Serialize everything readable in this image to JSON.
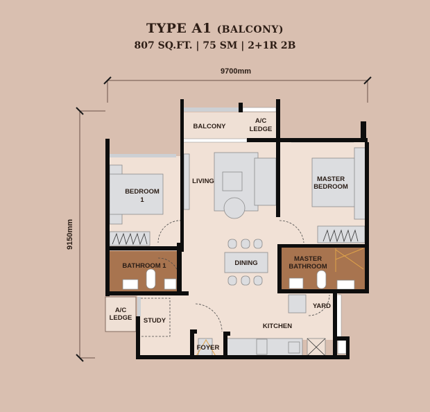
{
  "header": {
    "type_label": "TYPE A1",
    "type_variant": "(BALCONY)",
    "area_sqft": "807 SQ.FT.",
    "area_sm": "75 SM",
    "configuration": "2+1R 2B",
    "separator": " | "
  },
  "dimensions": {
    "width": "9700mm",
    "depth": "9150mm"
  },
  "rooms": {
    "balcony": "BALCONY",
    "ac_ledge_top_1": "A/C",
    "ac_ledge_top_2": "LEDGE",
    "living": "LIVING",
    "bedroom1_1": "BEDROOM",
    "bedroom1_2": "1",
    "master_bedroom_1": "MASTER",
    "master_bedroom_2": "BEDROOM",
    "dining": "DINING",
    "bathroom1": "BATHROOM 1",
    "master_bathroom_1": "MASTER",
    "master_bathroom_2": "BATHROOM",
    "ac_ledge_left_1": "A/C",
    "ac_ledge_left_2": "LEDGE",
    "study": "STUDY",
    "foyer": "FOYER",
    "kitchen": "KITCHEN",
    "yard": "YARD"
  },
  "colors": {
    "background": "#d9bfb0",
    "floor": "#f1e1d6",
    "wet_area": "#a8744f",
    "wall": "#0d0d0d",
    "furniture": "#dcdde0",
    "accent_line": "#e0a44a"
  }
}
